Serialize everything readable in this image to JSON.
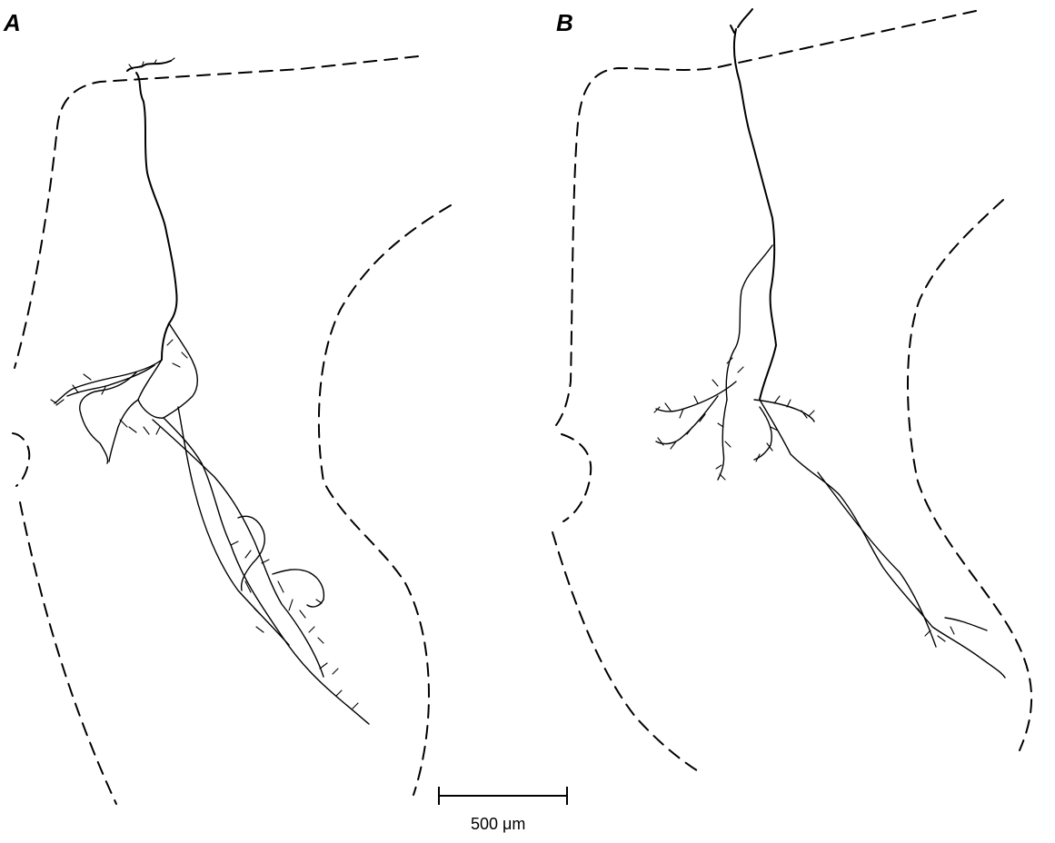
{
  "figure": {
    "panels": [
      {
        "id": "A",
        "label": "A"
      },
      {
        "id": "B",
        "label": "B"
      }
    ],
    "scale_bar": {
      "label": "500 μm",
      "length_um": 500
    }
  }
}
